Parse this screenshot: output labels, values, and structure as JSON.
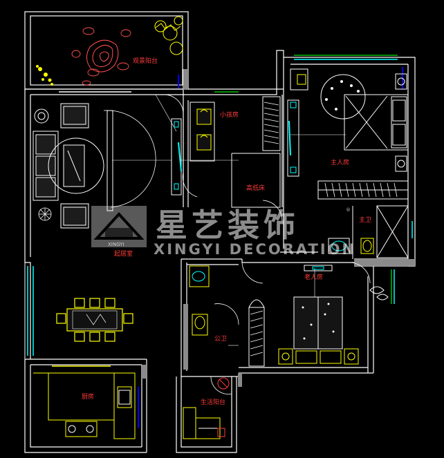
{
  "rooms": {
    "scenic_balcony": "观景阳台",
    "study": "小孩房",
    "tatami": "高低床",
    "master_bedroom": "主人房",
    "master_bath": "主卫",
    "living_room": "起居室",
    "elder_bedroom": "老人房",
    "public_bath": "公卫",
    "kitchen": "厨房",
    "utility_balcony": "生活阳台"
  },
  "watermark": {
    "brand_cn": "星艺装饰",
    "brand_en": "XINGYI DECORATION",
    "logo_text": "XINGYI",
    "registered_mark": "®"
  },
  "colors": {
    "background": "#000000",
    "wall": "#ffffff",
    "furniture": "#ffff00",
    "cyan": "#00ffff",
    "label": "#ff3b3b",
    "window_green": "#00c000",
    "dark_blue": "#0000ff"
  }
}
